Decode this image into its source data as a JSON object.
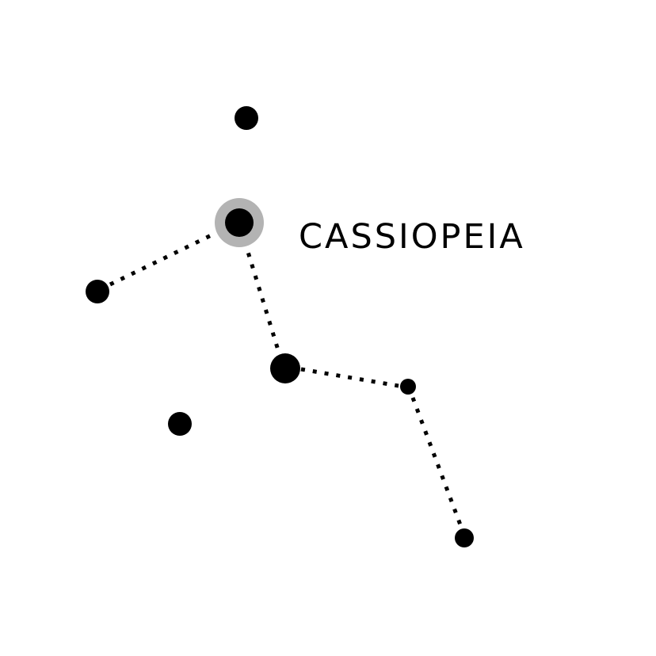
{
  "constellation": {
    "name": "CASSIOPEIA"
  },
  "colors": {
    "background": "#ffffff",
    "star": "#000000",
    "highlight_ring": "#b3b3b3",
    "line": "#000000"
  },
  "icons": {
    "star": "filled-circle",
    "highlighted_star": "filled-circle-with-halo"
  }
}
